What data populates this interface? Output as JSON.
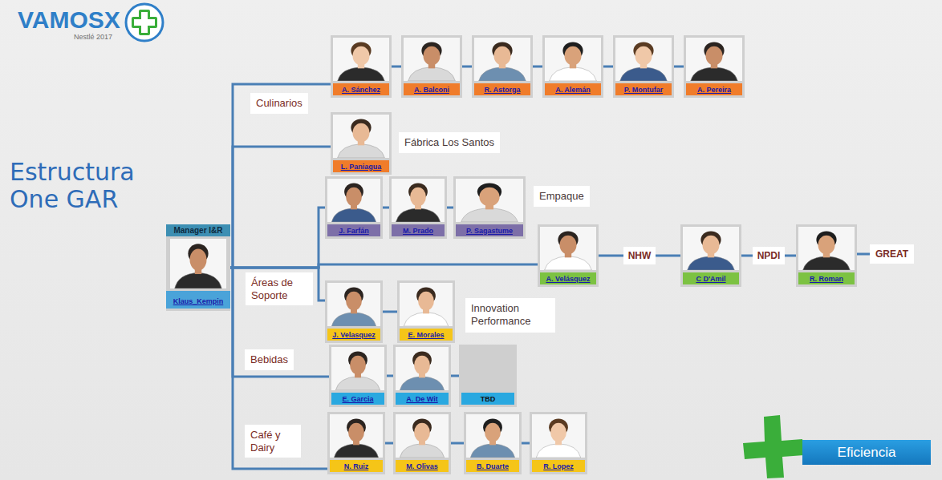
{
  "diagram": {
    "title": "Estructura One GAR",
    "nodes": [
      {
        "text": [
          "Manager I&R",
          "Klaus_Kempin"
        ]
      },
      {
        "text": [
          "Culinarios"
        ]
      },
      {
        "text": [
          "A. Sánchez"
        ]
      },
      {
        "text": [
          "A. Balconi"
        ]
      },
      {
        "text": [
          "R. Astorga"
        ]
      },
      {
        "text": [
          "A. Alemán"
        ]
      },
      {
        "text": [
          "P. Montufar"
        ]
      },
      {
        "text": [
          "A. Pereira"
        ]
      },
      {
        "text": [
          "L. Paniagua"
        ]
      },
      {
        "text": [
          "Fábrica Los Santos"
        ]
      },
      {
        "text": [
          "Áreas de Soporte"
        ]
      },
      {
        "text": [
          "J. Farfán"
        ]
      },
      {
        "text": [
          "M. Prado"
        ]
      },
      {
        "text": [
          "P. Sagastume"
        ]
      },
      {
        "text": [
          "Empaque"
        ]
      },
      {
        "text": [
          "A. Velásquez"
        ]
      },
      {
        "text": [
          "C D'Amil"
        ]
      },
      {
        "text": [
          "R. Roman"
        ]
      },
      {
        "text": [
          "GREAT"
        ]
      },
      {
        "text": [
          "J. Velasquez"
        ]
      },
      {
        "text": [
          "E. Morales"
        ]
      },
      {
        "text": [
          "Innovation Performance"
        ]
      },
      {
        "text": [
          "Bebidas"
        ]
      },
      {
        "text": [
          "E. Garcia"
        ]
      },
      {
        "text": [
          "A. De Wit"
        ]
      },
      {
        "text": [
          "TBD"
        ]
      },
      {
        "text": [
          "Café y Dairy"
        ]
      },
      {
        "text": [
          "N. Ruiz"
        ]
      },
      {
        "text": [
          "M. Olivas"
        ]
      },
      {
        "text": [
          "B. Duarte"
        ]
      },
      {
        "text": [
          "R. Lopez"
        ]
      },
      {
        "text": [
          "Eficiencia"
        ]
      }
    ],
    "edges": [
      {
        "from": 0,
        "to": 2,
        "arrow": "none"
      },
      {
        "from": 0,
        "to": 8,
        "arrow": "none"
      },
      {
        "from": 0,
        "to": 11,
        "arrow": "none"
      },
      {
        "from": 0,
        "to": 15,
        "arrow": "none"
      },
      {
        "from": 0,
        "to": 19,
        "arrow": "none"
      },
      {
        "from": 0,
        "to": 23,
        "arrow": "none"
      },
      {
        "from": 0,
        "to": 27,
        "arrow": "none"
      },
      {
        "from": 2,
        "to": 3,
        "arrow": "none"
      },
      {
        "from": 3,
        "to": 4,
        "arrow": "none"
      },
      {
        "from": 4,
        "to": 5,
        "arrow": "none"
      },
      {
        "from": 5,
        "to": 6,
        "arrow": "none"
      },
      {
        "from": 6,
        "to": 7,
        "arrow": "none"
      },
      {
        "from": 11,
        "to": 12,
        "arrow": "none"
      },
      {
        "from": 12,
        "to": 13,
        "arrow": "none"
      },
      {
        "from": 15,
        "to": 16,
        "label": "NHW",
        "arrow": "none"
      },
      {
        "from": 16,
        "to": 17,
        "label": "NPDI",
        "arrow": "none"
      },
      {
        "from": 17,
        "to": 18,
        "arrow": "none"
      },
      {
        "from": 19,
        "to": 20,
        "arrow": "none"
      },
      {
        "from": 23,
        "to": 24,
        "arrow": "none"
      },
      {
        "from": 24,
        "to": 25,
        "arrow": "none"
      },
      {
        "from": 27,
        "to": 28,
        "arrow": "none"
      },
      {
        "from": 28,
        "to": 29,
        "arrow": "none"
      },
      {
        "from": 29,
        "to": 30,
        "arrow": "none"
      }
    ],
    "labels": [
      "VAMOSX",
      "Nestlé 2017"
    ]
  }
}
